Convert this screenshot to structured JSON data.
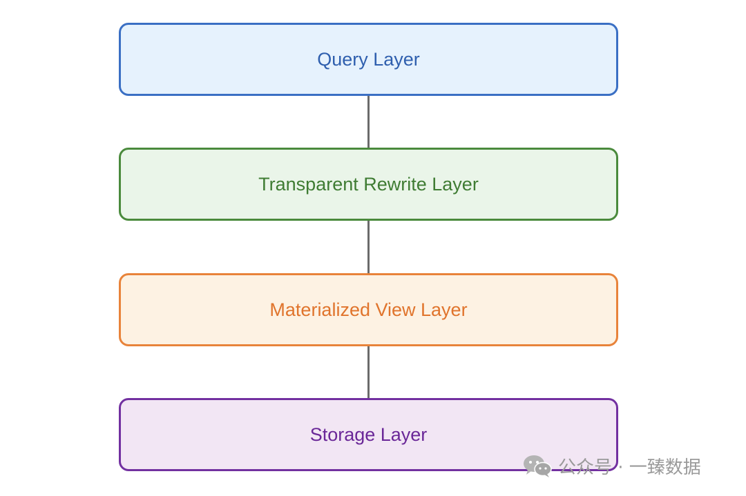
{
  "layers": [
    {
      "label": "Query Layer"
    },
    {
      "label": "Transparent Rewrite Layer"
    },
    {
      "label": "Materialized View Layer"
    },
    {
      "label": "Storage Layer"
    }
  ],
  "colors": {
    "query": "#3a6fc4",
    "rewrite": "#4a8a3c",
    "materialized_view": "#e8833a",
    "storage": "#7230a0",
    "connector": "#6b6b6b"
  },
  "watermark": {
    "icon": "wechat-icon",
    "text": "公众号 · 一臻数据"
  }
}
